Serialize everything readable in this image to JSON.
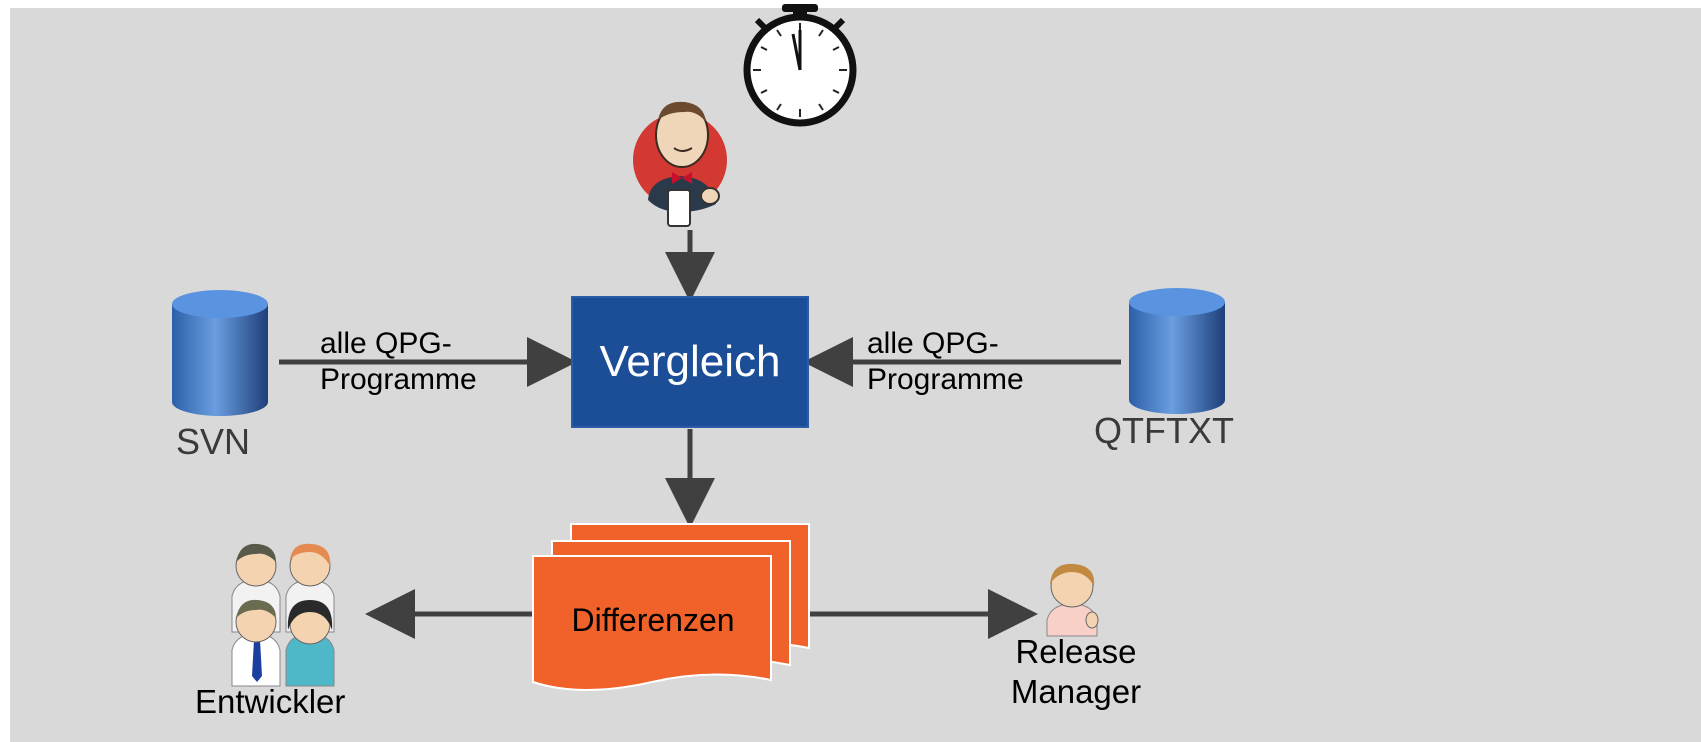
{
  "nodes": {
    "vergleich": "Vergleich",
    "differenzen": "Differenzen",
    "svn": "SVN",
    "qtftxt": "QTFTXT"
  },
  "edges": {
    "svn_to_vergleich": [
      "alle QPG-",
      "Programme"
    ],
    "qtftxt_to_vergleich": [
      "alle QPG-",
      "Programme"
    ]
  },
  "people": {
    "developers": "Entwickler",
    "release_manager": [
      "Release",
      "Manager"
    ]
  },
  "icons": {
    "stopwatch": "stopwatch-icon",
    "jenkins": "jenkins-butler-icon",
    "database": "database-cylinder-icon",
    "group": "developer-group-icon",
    "manager": "release-manager-icon"
  },
  "colors": {
    "vergleich_fill": "#1c4e97",
    "document_fill": "#f0622a",
    "database_fill": "#4f86d0",
    "arrow": "#404040",
    "background": "#d9d9d9"
  }
}
